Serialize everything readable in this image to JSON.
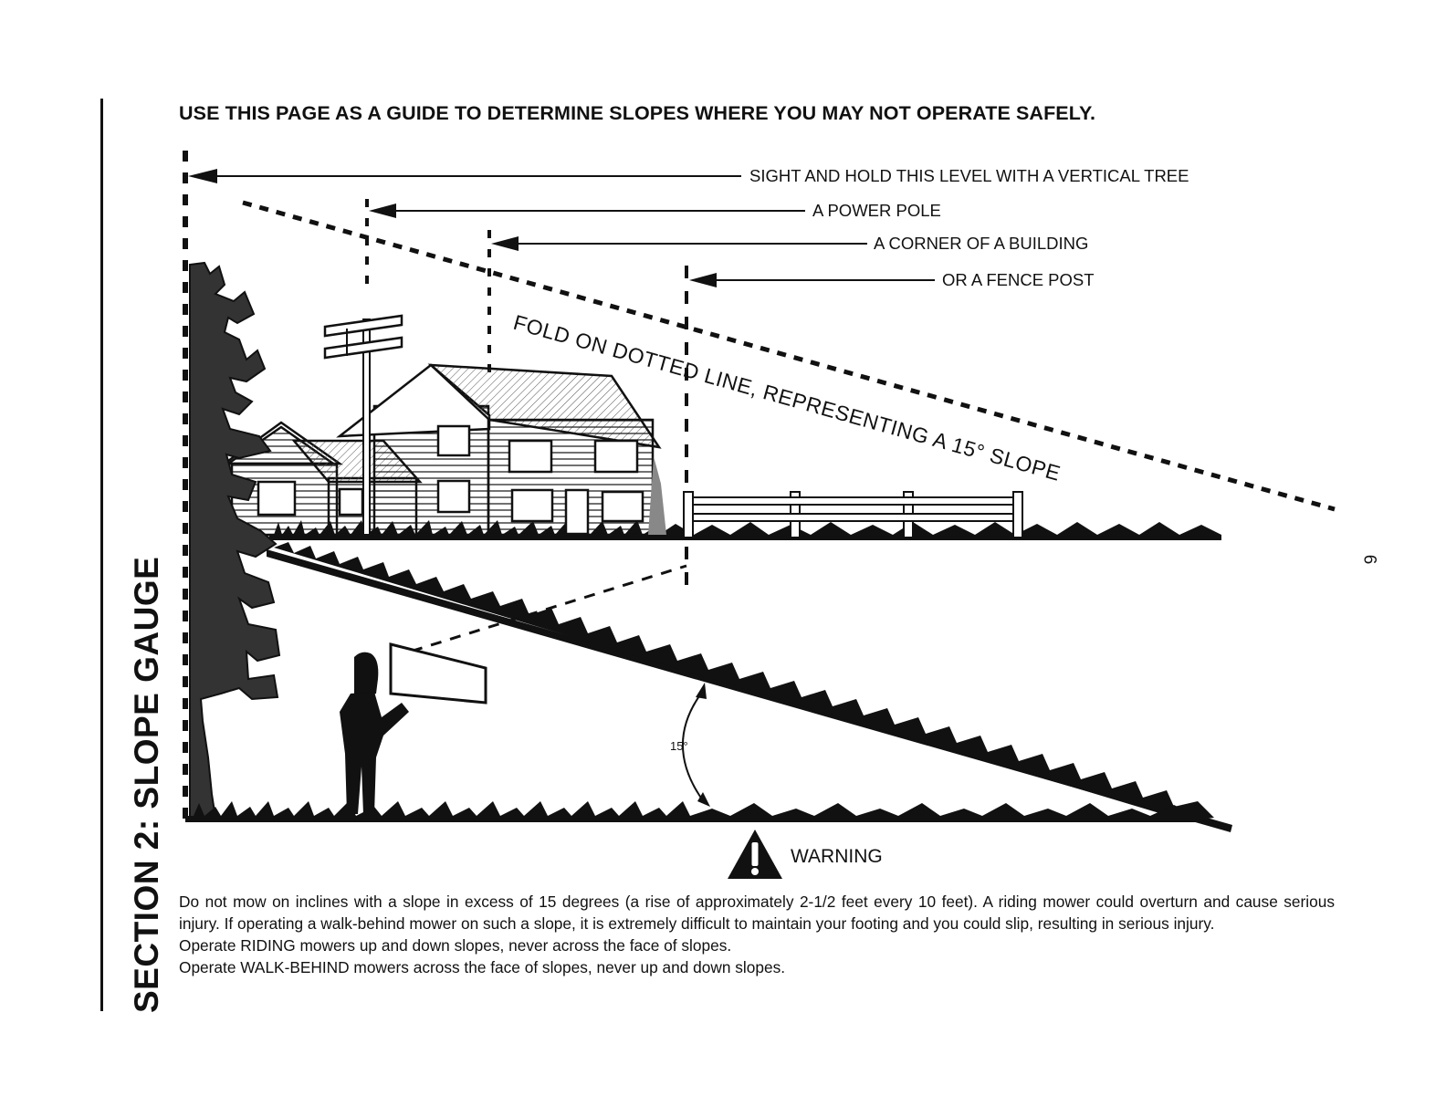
{
  "section": {
    "label": "SECTION 2:  SLOPE GAUGE"
  },
  "page_number": "6",
  "heading": "USE THIS PAGE AS A GUIDE TO DETERMINE SLOPES WHERE YOU MAY NOT OPERATE SAFELY.",
  "illustration": {
    "sight_labels": [
      "SIGHT AND HOLD THIS LEVEL WITH A VERTICAL TREE",
      "A POWER POLE",
      "A CORNER OF A BUILDING",
      "OR A FENCE POST"
    ],
    "fold_label": "FOLD ON DOTTED LINE, REPRESENTING A 15° SLOPE",
    "angle_label": "15°"
  },
  "warning": {
    "title": "WARNING",
    "paragraphs": [
      "Do not mow on inclines with a slope in excess of 15 degrees (a rise of approximately 2-1/2 feet every 10 feet).  A riding mower could overturn and cause serious injury.  If operating a walk-behind mower on such a slope, it is extremely difficult to maintain your footing and you could slip, resulting in serious injury.",
      "Operate RIDING mowers up and down slopes, never across the face of slopes.",
      "Operate WALK-BEHIND mowers across the face of slopes, never up and down slopes."
    ]
  }
}
